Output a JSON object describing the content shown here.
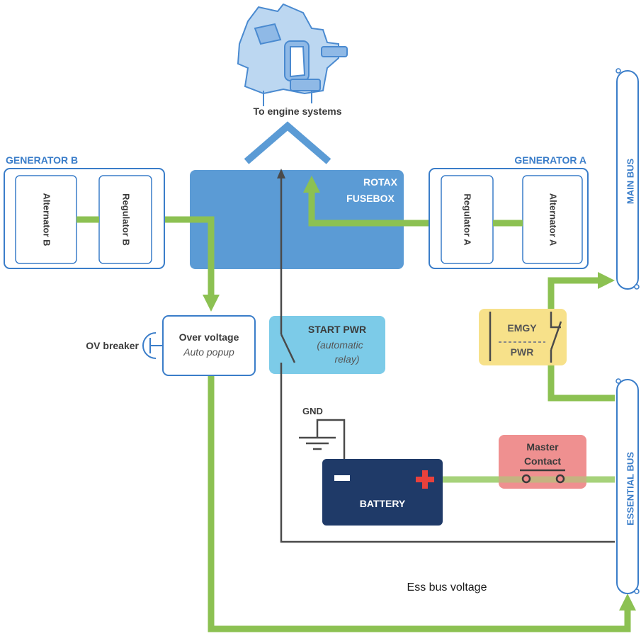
{
  "engine": {
    "label": "To engine systems"
  },
  "fusebox": {
    "line1": "ROTAX",
    "line2": "FUSEBOX"
  },
  "generator_b": {
    "title": "GENERATOR B",
    "alternator": "Alternator B",
    "regulator": "Regulator B"
  },
  "generator_a": {
    "title": "GENERATOR A",
    "regulator": "Regulator A",
    "alternator": "Alternator A"
  },
  "main_bus": {
    "label": "MAIN BUS"
  },
  "essential_bus": {
    "label": "ESSENTIAL BUS"
  },
  "over_voltage": {
    "title": "Over voltage",
    "subtitle": "Auto popup",
    "breaker_label": "OV breaker"
  },
  "start_pwr": {
    "title": "START PWR",
    "sub1": "(automatic",
    "sub2": "relay)"
  },
  "emgy_pwr": {
    "line1": "EMGY",
    "line2": "PWR"
  },
  "gnd": {
    "label": "GND"
  },
  "battery": {
    "label": "BATTERY",
    "minus": "−",
    "plus": "+"
  },
  "master_contact": {
    "line1": "Master",
    "line2": "Contact"
  },
  "ess_bus_voltage": {
    "label": "Ess bus voltage"
  },
  "colors": {
    "wire_green": "#8cc152",
    "wire_dark": "#4a4a4a",
    "blue_title": "#3a7dc9",
    "fusebox": "#5b9bd5",
    "start_relay": "#7ccbe8",
    "emgy": "#f7e18a",
    "master": "#ee8a8a",
    "battery": "#1f3a68",
    "plus_red": "#e8413c"
  }
}
